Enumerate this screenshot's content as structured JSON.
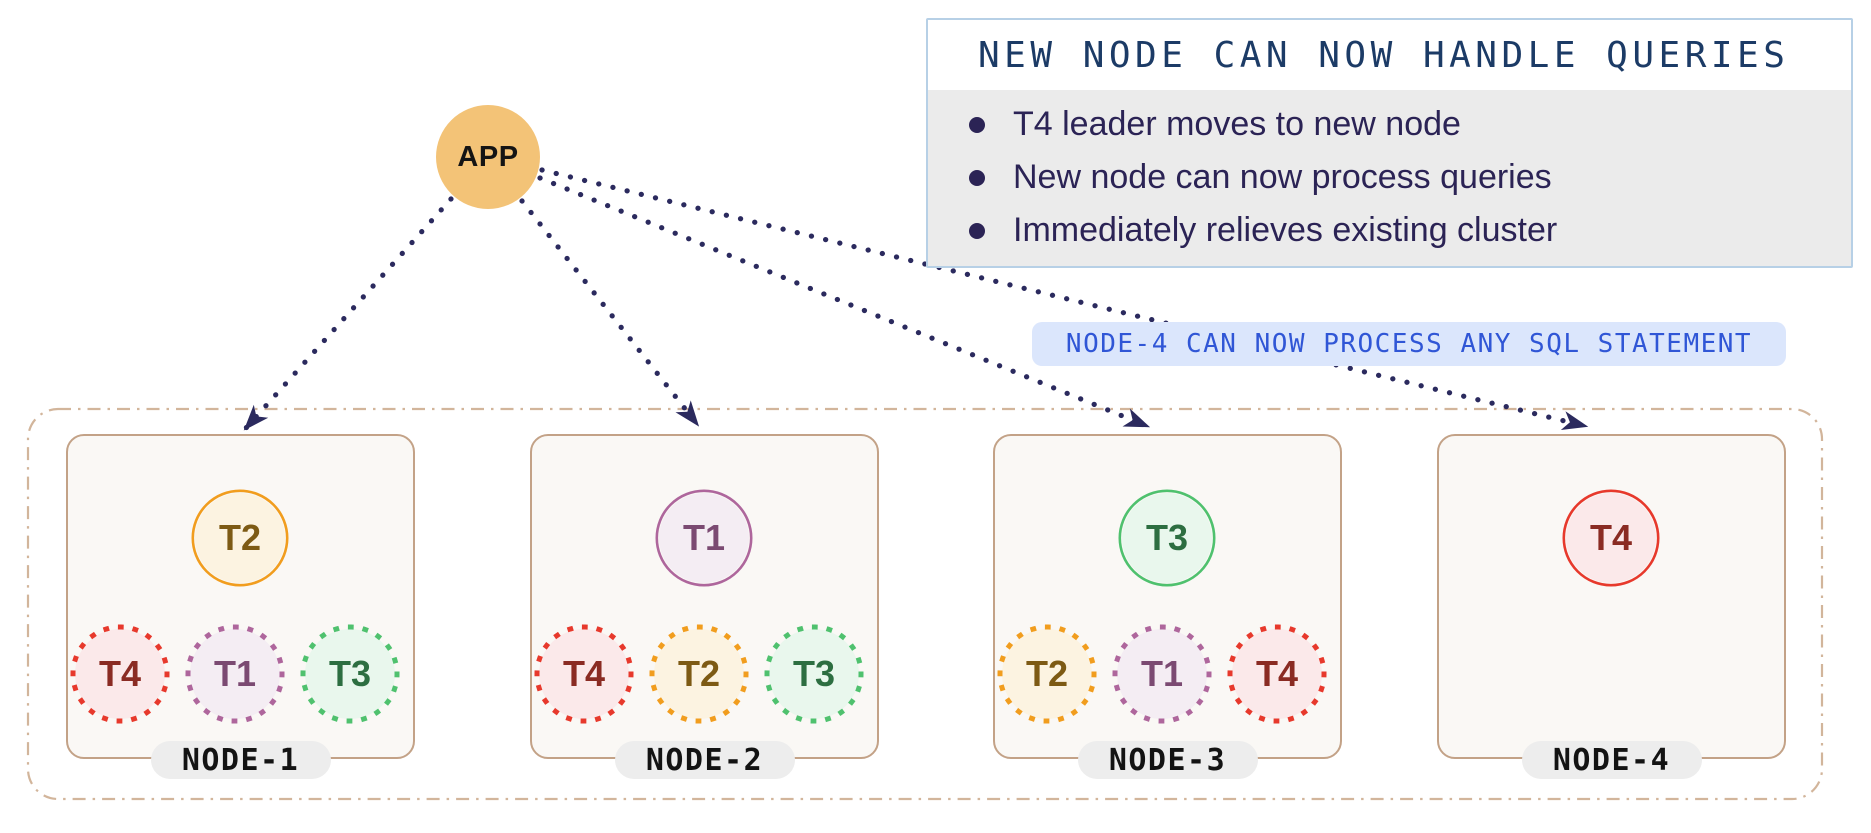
{
  "info_box": {
    "title": "NEW NODE CAN NOW HANDLE QUERIES",
    "bullets": [
      "T4 leader moves to new node",
      "New node can now process queries",
      "Immediately relieves existing cluster"
    ]
  },
  "callout": {
    "text": "NODE-4 CAN NOW PROCESS ANY SQL STATEMENT"
  },
  "app": {
    "label": "APP"
  },
  "cluster": {
    "nodes": [
      {
        "name": "NODE-1",
        "leader": {
          "label": "T2",
          "color": "orange"
        },
        "followers": [
          {
            "label": "T4",
            "color": "red"
          },
          {
            "label": "T1",
            "color": "purple"
          },
          {
            "label": "T3",
            "color": "green"
          }
        ]
      },
      {
        "name": "NODE-2",
        "leader": {
          "label": "T1",
          "color": "purple"
        },
        "followers": [
          {
            "label": "T4",
            "color": "red"
          },
          {
            "label": "T2",
            "color": "orange"
          },
          {
            "label": "T3",
            "color": "green"
          }
        ]
      },
      {
        "name": "NODE-3",
        "leader": {
          "label": "T3",
          "color": "green"
        },
        "followers": [
          {
            "label": "T2",
            "color": "orange"
          },
          {
            "label": "T1",
            "color": "purple"
          },
          {
            "label": "T4",
            "color": "red"
          }
        ]
      },
      {
        "name": "NODE-4",
        "leader": {
          "label": "T4",
          "color": "red"
        },
        "followers": []
      }
    ]
  },
  "colors": {
    "app_circle": "#f3c377",
    "arrow": "#2b2a5e",
    "info_title_text": "#1c3b66",
    "info_body_bg": "#ebebeb",
    "info_border": "#b7d0e6",
    "bullet_text": "#2b2355",
    "callout_bg": "#dbe6fc",
    "callout_text": "#3056d6",
    "cluster_border": "#d2b59b",
    "node_bg": "#faf8f5",
    "node_border": "#c3a287",
    "node_label_bg": "#ededed",
    "tablet_red": "#e7392c",
    "tablet_orange": "#f19d1e",
    "tablet_green": "#4fc16e",
    "tablet_purple": "#ae669c"
  }
}
